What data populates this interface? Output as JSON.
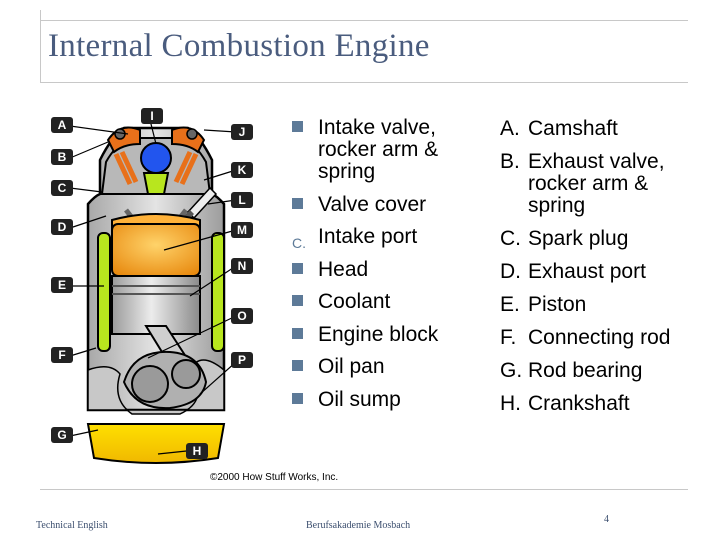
{
  "slide": {
    "title": "Internal Combustion Engine",
    "copyright": "©2000 How Stuff Works, Inc.",
    "footer_left": "Technical English",
    "footer_center": "Berufsakademie Mosbach",
    "page_number": "4"
  },
  "diagram_labels": [
    "A",
    "B",
    "C",
    "D",
    "E",
    "F",
    "G",
    "H",
    "I",
    "J",
    "K",
    "L",
    "M",
    "N",
    "O",
    "P"
  ],
  "list_parts": [
    {
      "marker": "",
      "text": "Intake valve, rocker arm & spring"
    },
    {
      "marker": "",
      "text": "Valve cover"
    },
    {
      "marker": "C.",
      "text": "Intake port"
    },
    {
      "marker": "",
      "text": "Head"
    },
    {
      "marker": "",
      "text": "Coolant"
    },
    {
      "marker": "",
      "text": "Engine block"
    },
    {
      "marker": "",
      "text": "Oil pan"
    },
    {
      "marker": "",
      "text": "Oil sump"
    }
  ],
  "list_letters": [
    {
      "letter": "A.",
      "text": "Camshaft"
    },
    {
      "letter": "B.",
      "text": "Exhaust valve, rocker arm & spring"
    },
    {
      "letter": "C.",
      "text": "Spark plug"
    },
    {
      "letter": "D.",
      "text": "Exhaust port"
    },
    {
      "letter": "E.",
      "text": "Piston"
    },
    {
      "letter": "F.",
      "text": "Connecting rod"
    },
    {
      "letter": "G.",
      "text": "Rod bearing"
    },
    {
      "letter": "H.",
      "text": "Crankshaft"
    }
  ],
  "colors": {
    "title": "#4a5c7e",
    "bullet": "#5d7a98",
    "orange_parts": "#e8701a",
    "coolant": "#b8e61e",
    "oil": "#ffe000",
    "cam": "#2255ee"
  }
}
